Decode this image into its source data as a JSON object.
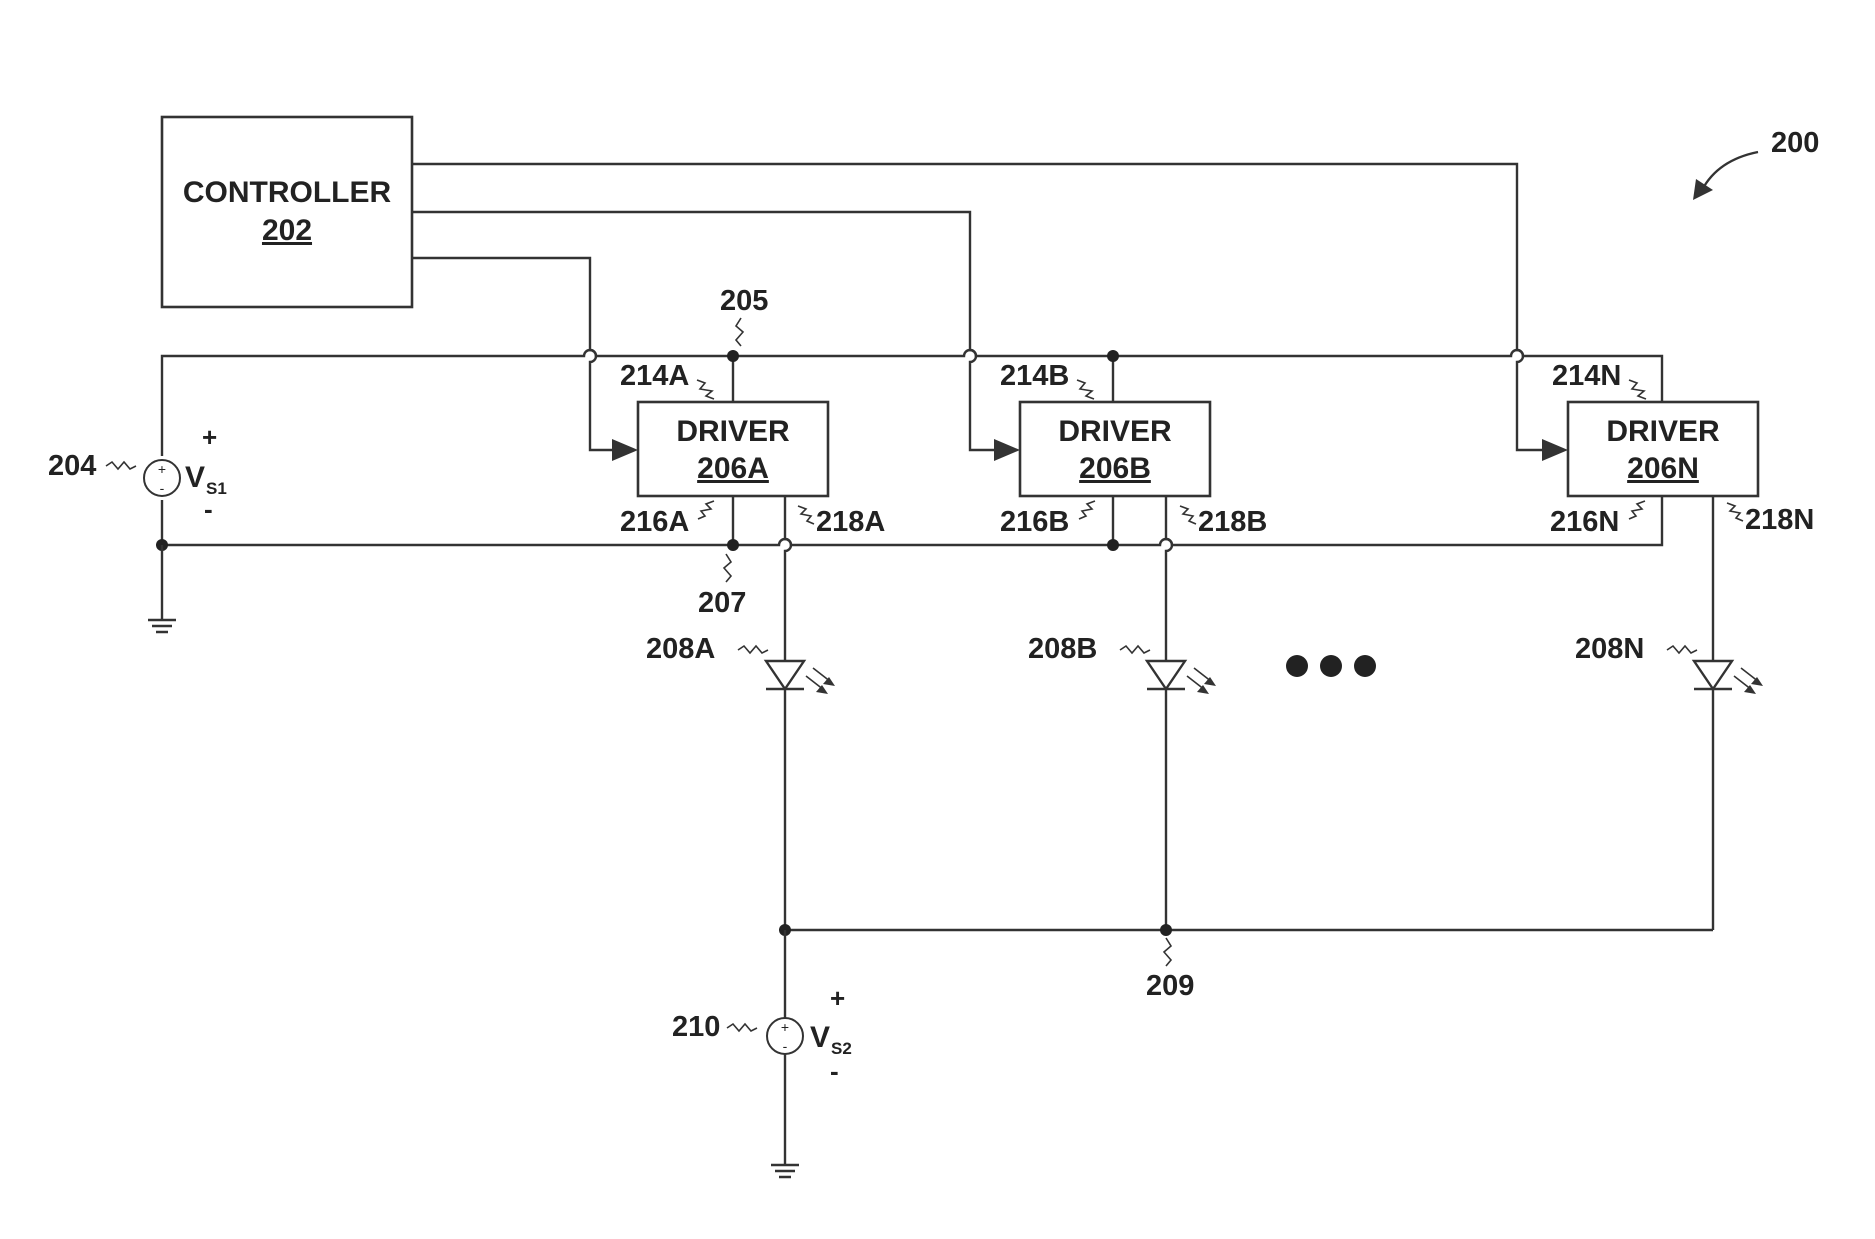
{
  "figure": {
    "ref": "200"
  },
  "controller": {
    "title": "CONTROLLER",
    "ref": "202"
  },
  "source1": {
    "ref": "204",
    "label": "V",
    "sub": "S1",
    "plus": "+",
    "minus": "-"
  },
  "source2": {
    "ref": "210",
    "label": "V",
    "sub": "S2",
    "plus": "+",
    "minus": "-"
  },
  "nodes": {
    "n205": "205",
    "n207": "207",
    "n209": "209"
  },
  "drivers": [
    {
      "title": "DRIVER",
      "ref": "206A",
      "in_ref": "214A",
      "gnd_ref": "216A",
      "out_ref": "218A",
      "led_ref": "208A"
    },
    {
      "title": "DRIVER",
      "ref": "206B",
      "in_ref": "214B",
      "gnd_ref": "216B",
      "out_ref": "218B",
      "led_ref": "208B"
    },
    {
      "title": "DRIVER",
      "ref": "206N",
      "in_ref": "214N",
      "gnd_ref": "216N",
      "out_ref": "218N",
      "led_ref": "208N"
    }
  ],
  "colors": {
    "line": "#333333",
    "text": "#222222",
    "background": "#ffffff"
  }
}
